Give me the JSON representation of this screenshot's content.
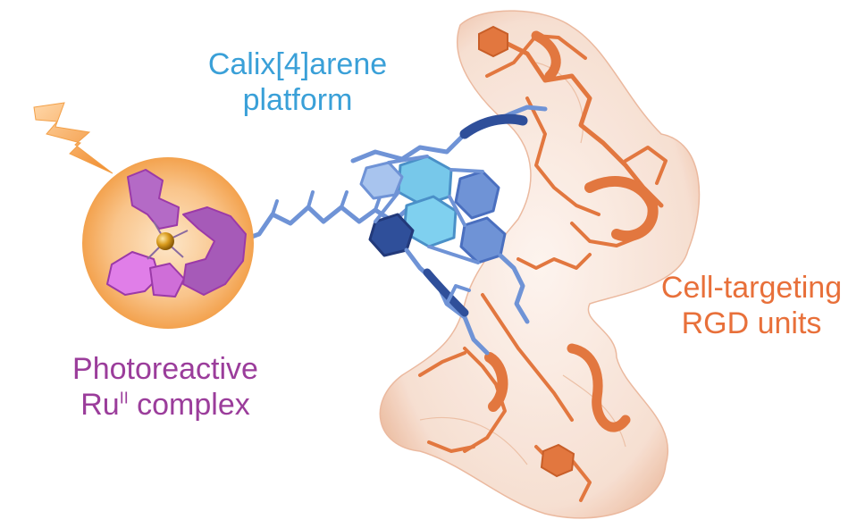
{
  "labels": {
    "calixarene": {
      "line1": "Calix[4]arene",
      "line2": "platform"
    },
    "rgd": {
      "line1": "Cell-targeting",
      "line2": "RGD units"
    },
    "ru_complex": {
      "line1": "Photoreactive",
      "line2_prefix": "Ru",
      "line2_superscript": "II",
      "line2_suffix": " complex"
    }
  },
  "colors": {
    "calixarene_text": "#3aa0d8",
    "rgd_text": "#e8703a",
    "ru_text": "#9b3d9b",
    "calixarene_structure": "#6f93d6",
    "calixarene_dark": "#2f4f9a",
    "rgd_structure": "#e2773f",
    "rgd_surface": "#f7d9c8",
    "ru_ligand": "#cc66d8",
    "ru_ligand_dark": "#9b3aa8",
    "ru_halo": "#f7b26a",
    "ru_metal": "#d89a1c",
    "lightning": "#f3a048"
  },
  "icons": {
    "light": "lightning-bolt-icon"
  }
}
